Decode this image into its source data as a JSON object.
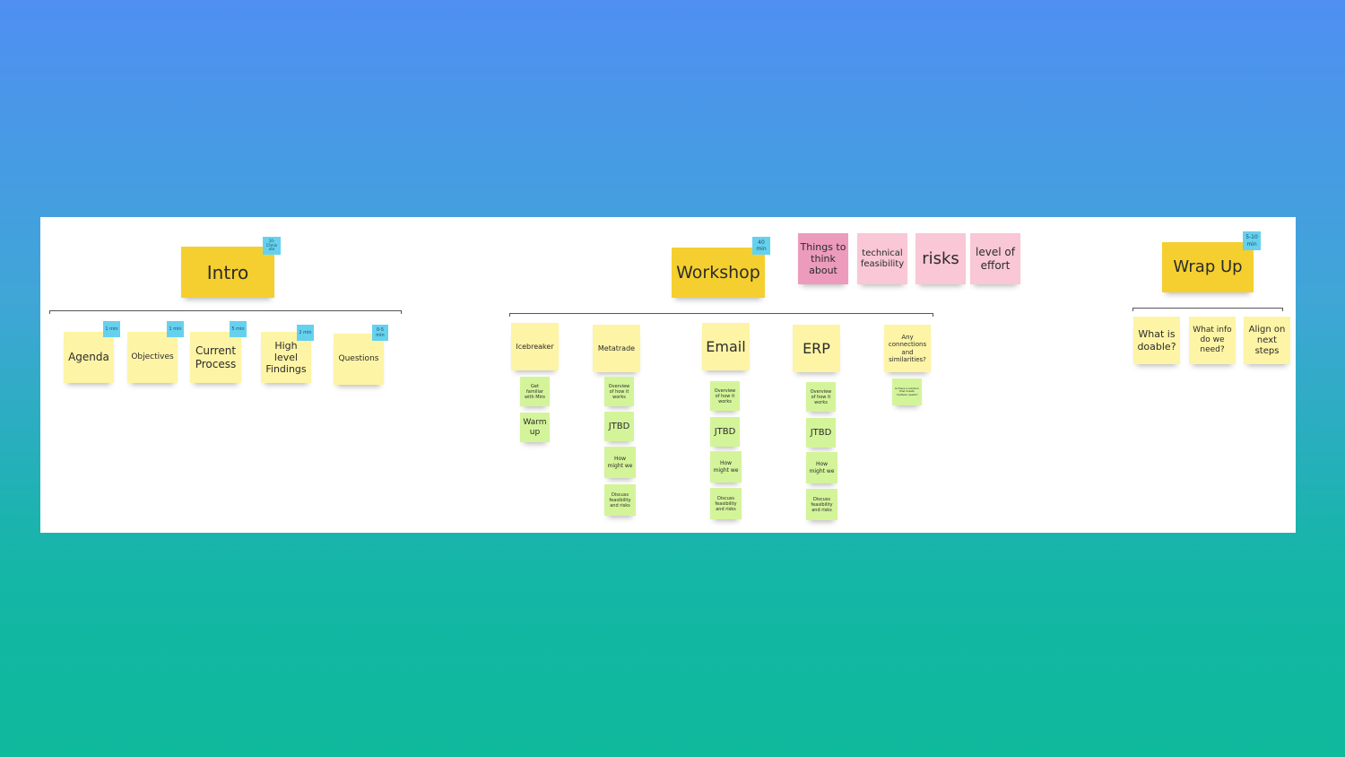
{
  "sections": {
    "intro": {
      "title": "Intro",
      "time": "10-15min ute",
      "items": [
        {
          "label": "Agenda",
          "time": "1 min"
        },
        {
          "label": "Objectives",
          "time": "1 min"
        },
        {
          "label": "Current Process",
          "time": "5 min"
        },
        {
          "label": "High level Findings",
          "time": "2 min"
        },
        {
          "label": "Questions",
          "time": "0-5 min"
        }
      ]
    },
    "workshop": {
      "title": "Workshop",
      "time": "40 min",
      "things": [
        "Things to think about",
        "technical feasibility",
        "risks",
        "level of effort"
      ],
      "columns": [
        {
          "label": "Icebreaker",
          "subs": [
            "Get familiar with Miro",
            "Warm up"
          ]
        },
        {
          "label": "Metatrade",
          "subs": [
            "Overview of how it works",
            "JTBD",
            "How might we",
            "Discuss feasibility and risks"
          ]
        },
        {
          "label": "Email",
          "subs": [
            "Overview of how it works",
            "JTBD",
            "How might we",
            "Discuss feasibility and risks"
          ]
        },
        {
          "label": "ERP",
          "subs": [
            "Overview of how it works",
            "JTBD",
            "How might we",
            "Discuss feasibility and risks"
          ]
        },
        {
          "label": "Any connections and similarities?",
          "subs": [
            "Is there a solution that meets multiple needs?"
          ]
        }
      ]
    },
    "wrapup": {
      "title": "Wrap Up",
      "time": "5-10 min",
      "items": [
        "What is doable?",
        "What info do we need?",
        "Align on next steps"
      ]
    }
  },
  "colors": {
    "yellow": "#fdf4a5",
    "gold": "#f4cf2f",
    "green": "#d4f49a",
    "pink": "#f9c7d6",
    "hotpink": "#ec9bbd",
    "blue": "#66d1ee"
  }
}
